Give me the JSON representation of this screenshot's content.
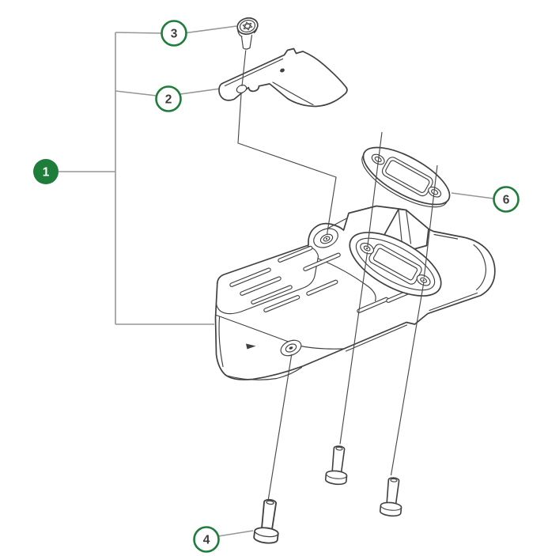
{
  "diagram": {
    "type": "exploded-parts-diagram",
    "subject": "muffler-assembly",
    "background": "#ffffff"
  },
  "colors": {
    "accent_green": "#1f7d3b",
    "part_line": "#404040",
    "leader_line": "#969696",
    "callout_text": "#3d3d3d",
    "badge_text": "#ffffff"
  },
  "callouts": [
    {
      "label": "1",
      "style": "filled"
    },
    {
      "label": "2",
      "style": "outline"
    },
    {
      "label": "3",
      "style": "outline"
    },
    {
      "label": "4",
      "style": "outline"
    },
    {
      "label": "6",
      "style": "outline"
    }
  ]
}
